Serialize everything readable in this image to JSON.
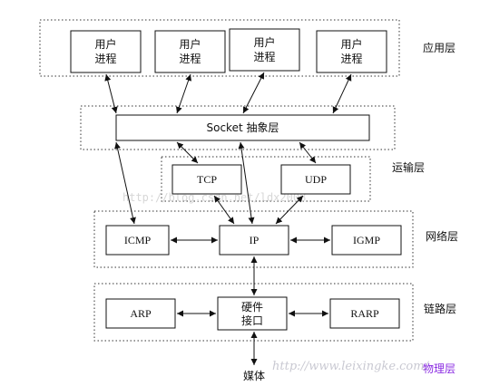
{
  "layers": {
    "application": "应用层",
    "transport": "运输层",
    "network": "网络层",
    "link": "链路层",
    "physical": "物理层"
  },
  "processes": [
    "用户\n进程",
    "用户\n进程",
    "用户\n进程",
    "用户\n进程"
  ],
  "socket": "Socket 抽象层",
  "transport": {
    "tcp": "TCP",
    "udp": "UDP"
  },
  "network": {
    "icmp": "ICMP",
    "ip": "IP",
    "igmp": "IGMP"
  },
  "link": {
    "arp": "ARP",
    "hardware": "硬件\n接口",
    "rarp": "RARP"
  },
  "media": "媒体",
  "watermarks": {
    "top": "http://blog.csdn.net/ldx2008",
    "bottom": "http://www.leixingke.com/"
  },
  "colors": {
    "line": "#111111",
    "dotted": "#333333",
    "physical_label": "#8a2be2"
  }
}
